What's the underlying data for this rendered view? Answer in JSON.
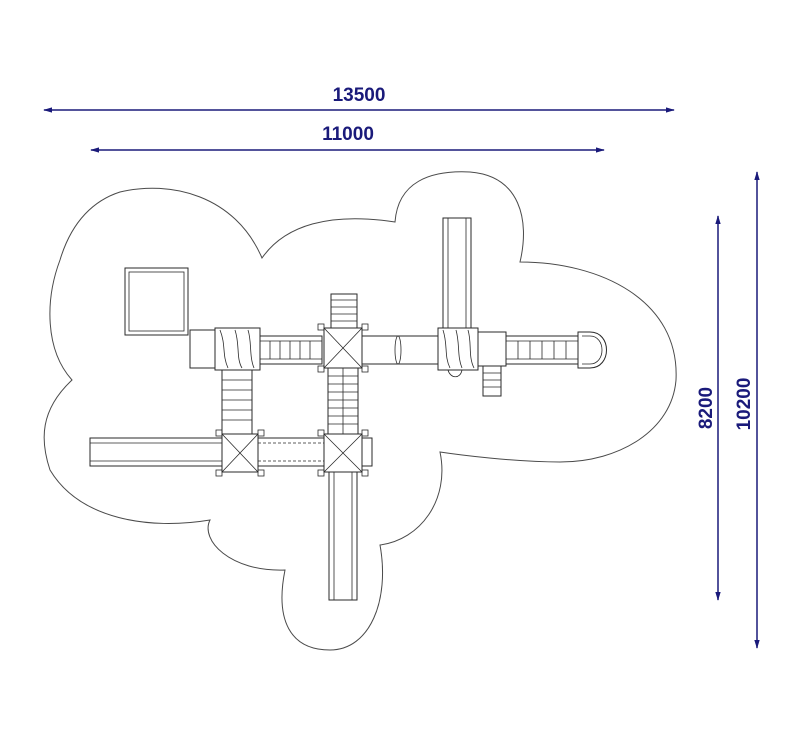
{
  "colors": {
    "dimension": "#1a1a7a",
    "line": "#2a2a2a",
    "outline": "#4a4a4a",
    "background": "#ffffff"
  },
  "dimensions": {
    "total_width": "13500",
    "structure_width": "11000",
    "structure_depth": "8200",
    "total_depth": "10200"
  }
}
